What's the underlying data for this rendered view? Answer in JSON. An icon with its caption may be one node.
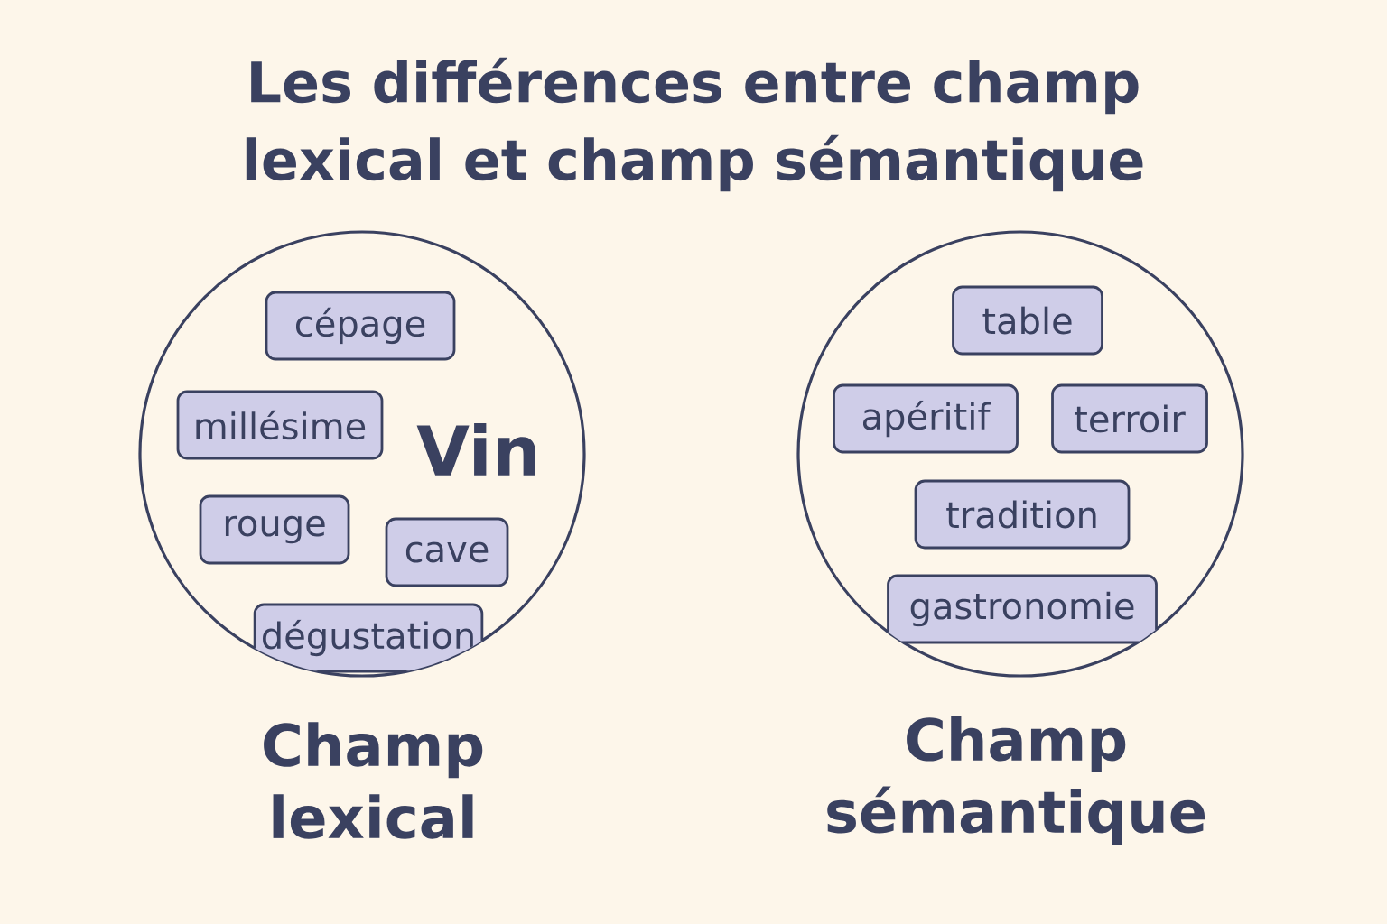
{
  "diagram": {
    "title": "Les différences entre champ lexical et champ sémantique",
    "nodes": [
      {
        "text": [
          "Vin",
          "Champ lexical"
        ]
      },
      {
        "text": [
          "cépage"
        ],
        "in": 0
      },
      {
        "text": [
          "millésime"
        ],
        "in": 0
      },
      {
        "text": [
          "rouge"
        ],
        "in": 0
      },
      {
        "text": [
          "cave"
        ],
        "in": 0
      },
      {
        "text": [
          "dégustation"
        ],
        "in": 0
      },
      {
        "text": [
          "Champ sémantique"
        ]
      },
      {
        "text": [
          "table"
        ],
        "in": 6
      },
      {
        "text": [
          "apéritif"
        ],
        "in": 6
      },
      {
        "text": [
          "terroir"
        ],
        "in": 6
      },
      {
        "text": [
          "tradition"
        ],
        "in": 6
      },
      {
        "text": [
          "gastronomie"
        ],
        "in": 6
      }
    ]
  }
}
